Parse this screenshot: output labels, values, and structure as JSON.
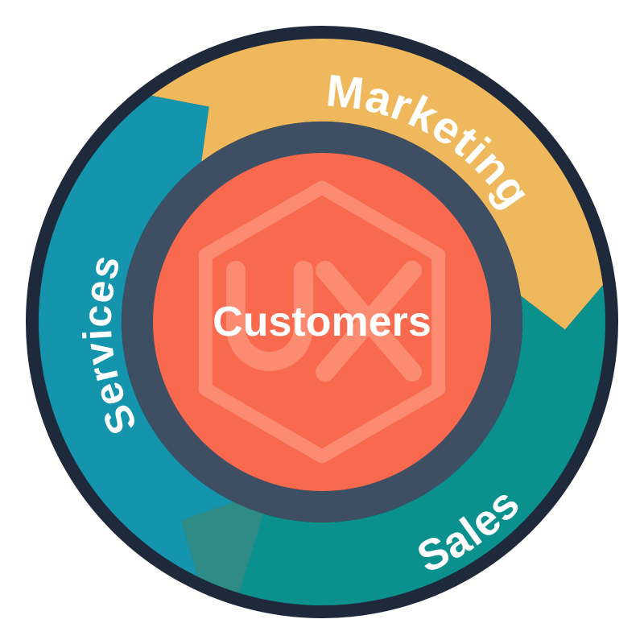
{
  "diagram": {
    "name": "customer-flywheel",
    "center": {
      "label": "Customers",
      "watermark": "UX"
    },
    "segments": [
      {
        "id": "marketing",
        "label": "Marketing"
      },
      {
        "id": "sales",
        "label": "Sales"
      },
      {
        "id": "services",
        "label": "Services"
      }
    ],
    "rotation": "clockwise"
  },
  "colors": {
    "background": "#ffffff",
    "navy": "#1E2A3C",
    "slate": "#3E4E63",
    "marketing": "#EFB85C",
    "sales": "#0A918E",
    "sales_head": "#2E8B85",
    "services": "#1594AD",
    "orange": "#F9694E",
    "coral": "#FB8C72",
    "label_text": "#ffffff"
  }
}
